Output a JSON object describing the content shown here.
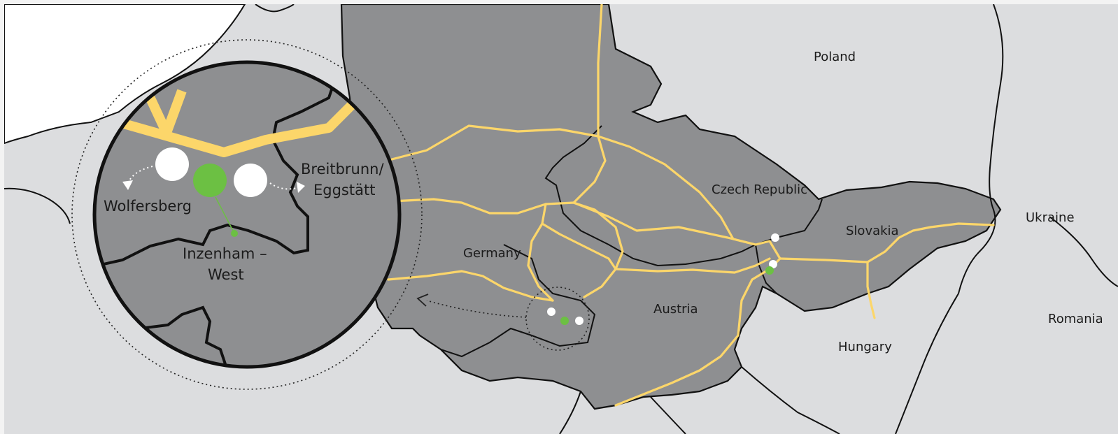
{
  "countries": {
    "poland": "Poland",
    "czech_republic": "Czech Republic",
    "slovakia": "Slovakia",
    "ukraine": "Ukraine",
    "germany": "Germany",
    "austria": "Austria",
    "hungary": "Hungary",
    "romania": "Romania"
  },
  "inset": {
    "wolfersberg": "Wolfersberg",
    "breitbrunn_line1": "Breitbrunn/",
    "breitbrunn_line2": "Eggstätt",
    "inzenham_line1": "Inzenham –",
    "inzenham_line2": "West"
  },
  "colors": {
    "highlighted_region": "#8e8f91",
    "other_land": "#dcdddf",
    "sea": "#ffffff",
    "pipeline": "#fcd66a",
    "storage_green": "#6cc043",
    "storage_white": "#ffffff",
    "border": "#111111"
  },
  "icons": {
    "storage_site": "filled-circle",
    "flow_arrow": "dotted-arrow"
  }
}
